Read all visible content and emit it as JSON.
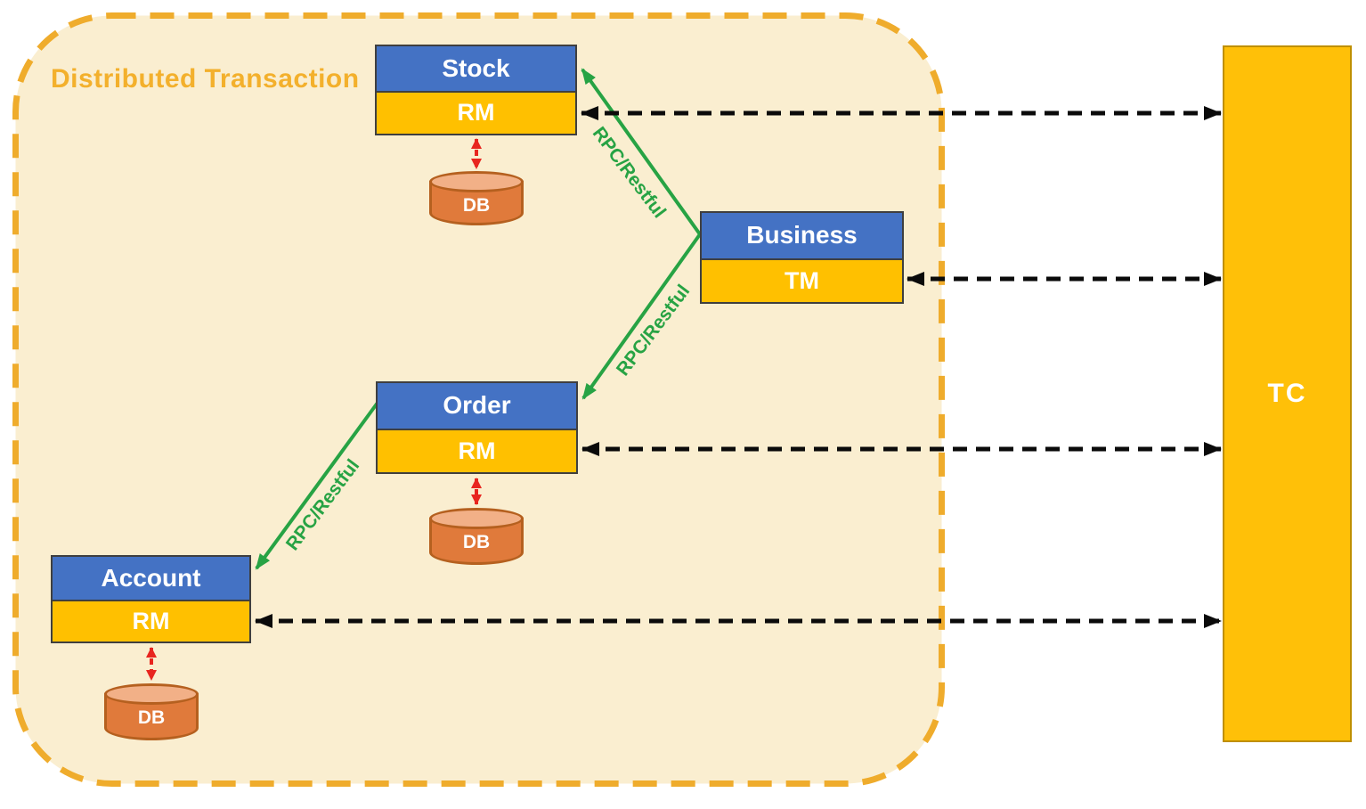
{
  "boundary": {
    "title": "Distributed Transaction"
  },
  "services": [
    {
      "name": "Stock",
      "role": "RM",
      "db": "DB"
    },
    {
      "name": "Business",
      "role": "TM"
    },
    {
      "name": "Order",
      "role": "RM",
      "db": "DB"
    },
    {
      "name": "Account",
      "role": "RM",
      "db": "DB"
    }
  ],
  "coordinator": {
    "label": "TC"
  },
  "labels": {
    "rpc": "RPC/Restful"
  },
  "colors": {
    "service_header_blue": "#4472C4",
    "service_role_yellow": "#FFC000",
    "coordinator_fill": "#FFC008",
    "boundary_fill": "#FAEED0",
    "boundary_border": "#EFAC2C",
    "title_text": "#F3B02C",
    "db_body_orange": "#E07A3B",
    "db_top_orange": "#F2B087",
    "db_stroke": "#B5601F",
    "rpc_link_green": "#27A344",
    "db_link_red": "#E8251F",
    "tc_link_black": "#0a0a0a"
  }
}
